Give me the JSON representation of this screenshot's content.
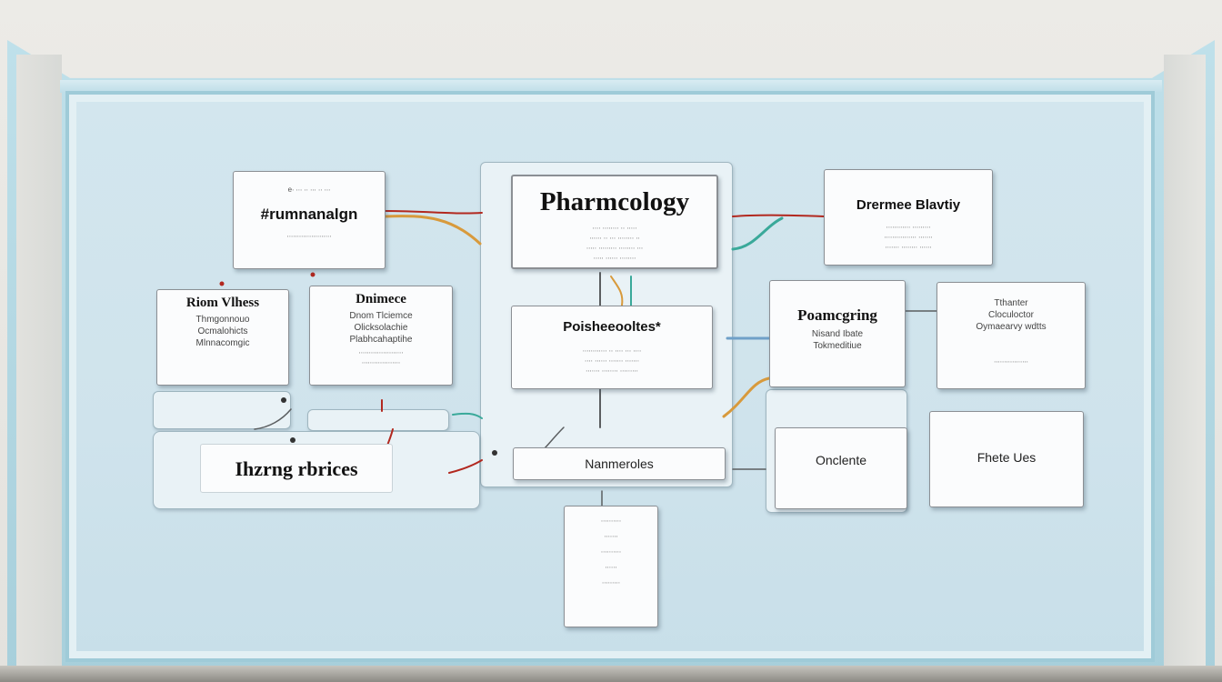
{
  "nodes": {
    "top_left": {
      "top_text": "e∙ ∙∙∙ ∙∙ ∙∙∙ ∙∙ ∙∙∙",
      "title": "#rumnanalgn",
      "sub": "∙∙∙∙∙∙∙∙∙∙∙∙∙∙∙∙∙∙∙∙∙∙"
    },
    "center_main": {
      "title": "Pharmcology",
      "line1": "∙∙∙∙ ∙∙∙∙∙∙∙∙ ∙∙ ∙∙∙∙∙",
      "line2": "∙∙∙∙∙∙ ∙∙ ∙∙∙ ∙∙∙∙∙∙∙∙ ∙∙",
      "line3": "∙∙∙∙∙ ∙∙∙∙∙∙∙∙∙ ∙∙∙∙∙∙∙∙ ∙∙∙",
      "line4": "∙∙∙∙∙ ∙∙∙∙∙∙ ∙∙∙∙∙∙∙∙"
    },
    "top_right": {
      "title": "Drermee Blavtiy",
      "line1": "∙∙∙∙∙∙∙∙∙∙∙∙ ∙∙∙∙∙∙∙∙∙",
      "line2": "∙∙∙∙∙∙∙∙∙∙∙∙∙∙∙∙ ∙∙∙∙∙∙∙",
      "line3": "∙∙∙∙∙∙∙ ∙∙∙∙∙∙∙∙ ∙∙∙∙∙∙"
    },
    "left_a": {
      "title": "Riom Vlhess",
      "line1": "Thmgonnouo",
      "line2": "Ocmalohicts",
      "line3": "Mlnnacomgic"
    },
    "left_b": {
      "title": "Dnimece",
      "line1": "Dnom Tlciemce",
      "line2": "Olicksolachie",
      "line3": "Plabhcahaptihe",
      "line4": "∙∙∙∙∙∙∙∙∙∙∙∙∙∙∙∙∙∙∙∙∙∙",
      "line5": "∙∙∙∙∙∙∙∙∙∙∙∙∙∙∙∙∙∙∙"
    },
    "center_second": {
      "title": "Poisheeooltes*",
      "line1": "∙∙∙∙∙∙∙∙∙∙∙∙ ∙∙ ∙∙∙∙ ∙∙∙ ∙∙∙∙",
      "line2": "∙∙∙∙ ∙∙∙∙∙∙ ∙∙∙∙∙∙∙ ∙∙∙∙∙∙∙",
      "line3": "∙∙∙∙∙∙∙ ∙∙∙∙∙∙∙∙ ∙∙∙∙∙∙∙∙∙"
    },
    "right_mid": {
      "title": "Poamcgring",
      "line1": "Nisand Ibate",
      "line2": "Tokmeditiue"
    },
    "far_right_mid": {
      "line1": "Tthanter",
      "line2": "Cloculoctor",
      "line3": "Oymaearvy wdtts",
      "line4": "∙∙∙∙∙∙∙∙∙∙∙∙∙∙∙∙∙"
    },
    "bottom_left_wide": {
      "title": "Ihzrng rbrices"
    },
    "center_bar": {
      "title": "Nanmeroles"
    },
    "right_bottom": {
      "title": "Onclente"
    },
    "far_right_bottom": {
      "title": "Fhete Ues"
    },
    "bottom_center": {
      "line1": "∙∙∙∙∙∙∙∙∙∙",
      "line2": "∙∙∙∙∙∙∙",
      "line3": "∙∙∙∙∙∙∙∙∙∙",
      "line4": "∙∙∙∙∙∙",
      "line5": "∙∙∙∙∙∙∙∙∙"
    }
  },
  "colors": {
    "board": "#d3e6ee",
    "frame": "#a7cfdb",
    "connector_dark": "#5b5e60",
    "connector_orange": "#d89a3c",
    "connector_red": "#b2281f",
    "connector_teal": "#3aa99a",
    "connector_blue": "#6fa0c8"
  }
}
